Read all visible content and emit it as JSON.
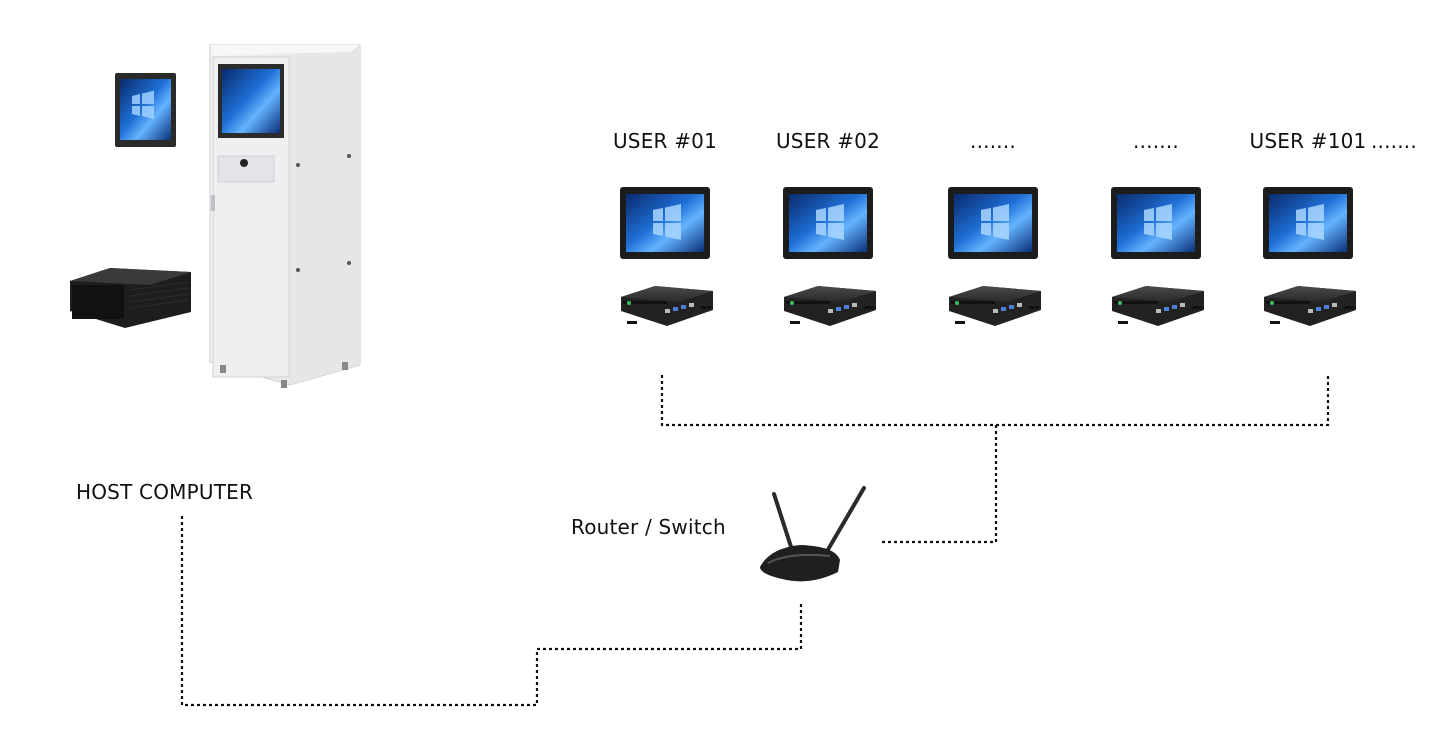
{
  "users": [
    {
      "label": "USER #01"
    },
    {
      "label": "USER #02"
    },
    {
      "label": "......."
    },
    {
      "label": "......."
    },
    {
      "label": "USER #101"
    }
  ],
  "users_trailing_ellipsis": ".......",
  "host": {
    "label": "HOST COMPUTER"
  },
  "router": {
    "label": "Router / Switch"
  },
  "colors": {
    "line": "#111111",
    "cabinet": "#e9eaec",
    "cabinet_edge": "#c9cbce",
    "device_dark": "#2b2b2b",
    "screen_blue": "#1e6fd6",
    "led_green": "#3fbf5a"
  },
  "icons": {
    "host_cabinet": "server-cabinet-icon",
    "host_monitor": "panel-monitor-icon",
    "host_chassis": "rackmount-chassis-icon",
    "user_monitor": "panel-monitor-icon",
    "user_box": "mini-pc-icon",
    "router": "wifi-router-icon"
  }
}
